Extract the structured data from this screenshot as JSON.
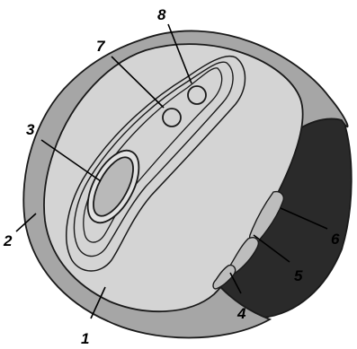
{
  "colors": {
    "shell_outer": "#a6a6a6",
    "top_surface": "#d4d4d4",
    "side_dark": "#2a2a2a",
    "wheel": "#b9b9b9",
    "outline": "#1a1a1a"
  },
  "callouts": [
    {
      "id": "1",
      "label": "1"
    },
    {
      "id": "2",
      "label": "2"
    },
    {
      "id": "3",
      "label": "3"
    },
    {
      "id": "4",
      "label": "4"
    },
    {
      "id": "5",
      "label": "5"
    },
    {
      "id": "6",
      "label": "6"
    },
    {
      "id": "7",
      "label": "7"
    },
    {
      "id": "8",
      "label": "8"
    }
  ]
}
